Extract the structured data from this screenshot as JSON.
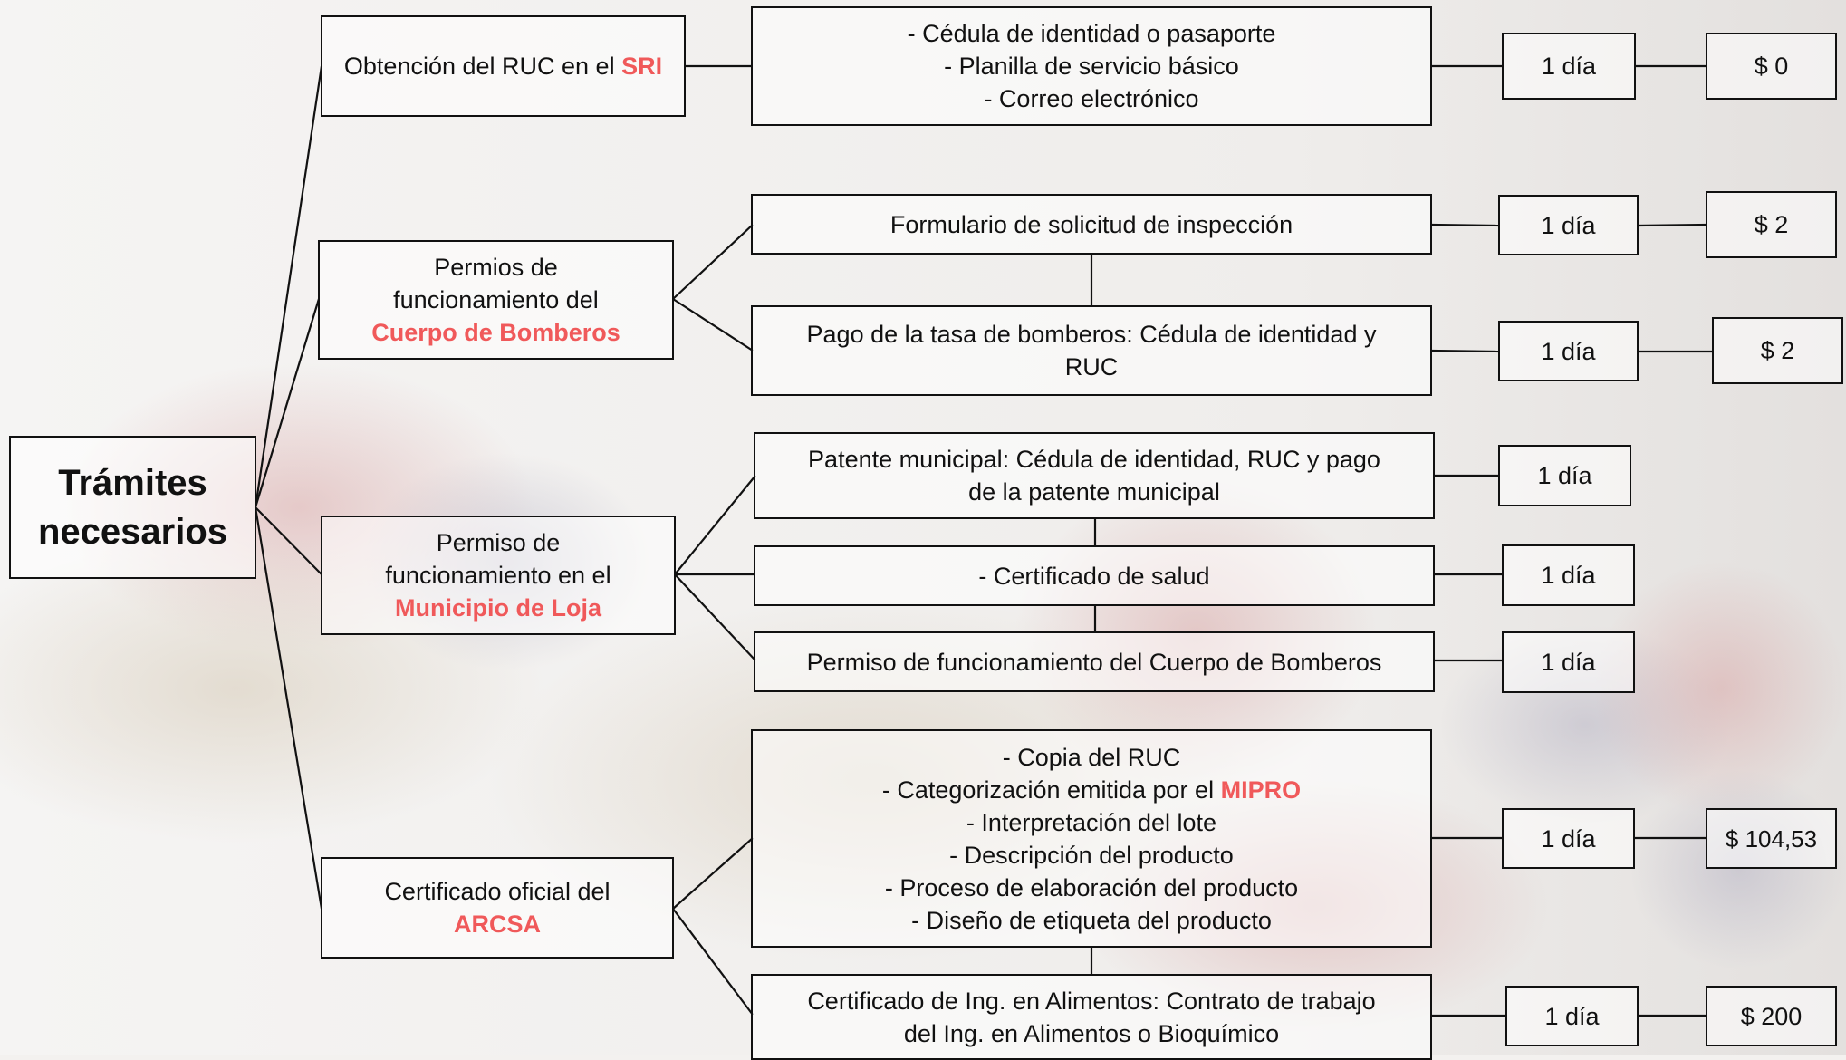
{
  "root": {
    "line1": "Trámites",
    "line2": "necesarios"
  },
  "accent_color": "#f0595a",
  "groups": [
    {
      "title": "Obtención del RUC en el ",
      "title_highlight": "SRI",
      "requirements": [
        {
          "lines": [
            "- Cédula de identidad o pasaporte",
            "- Planilla de servicio básico",
            "- Correo electrónico"
          ],
          "time": "1 día",
          "cost": "$ 0"
        }
      ]
    },
    {
      "title_lines": [
        "Permios de",
        "funcionamiento del"
      ],
      "title_highlight": "Cuerpo de Bomberos",
      "requirements": [
        {
          "lines": [
            "Formulario de solicitud de inspección"
          ],
          "time": "1 día",
          "cost": "$ 2"
        },
        {
          "lines": [
            "Pago de la tasa de bomberos: Cédula de identidad y",
            "RUC"
          ],
          "time": "1 día",
          "cost": "$ 2"
        }
      ]
    },
    {
      "title_lines": [
        "Permiso de",
        "funcionamiento en el"
      ],
      "title_highlight": "Municipio de Loja",
      "requirements": [
        {
          "lines": [
            "Patente municipal: Cédula de identidad, RUC y pago",
            "de la patente municipal"
          ],
          "time": "1 día"
        },
        {
          "lines": [
            "- Certificado de salud"
          ],
          "time": "1 día"
        },
        {
          "lines": [
            "Permiso de funcionamiento del Cuerpo de Bomberos"
          ],
          "time": "1 día"
        }
      ]
    },
    {
      "title_lines": [
        "Certificado oficial del"
      ],
      "title_highlight": "ARCSA",
      "requirements": [
        {
          "lines": [
            "- Copia del RUC",
            "- Interpretación del lote",
            "- Descripción del producto",
            "- Proceso de elaboración del producto",
            "- Diseño de etiqueta del producto"
          ],
          "line2_prefix": "- Categorización emitida por el ",
          "line2_highlight": "MIPRO",
          "time": "1 día",
          "cost": "$ 104,53"
        },
        {
          "lines": [
            "Certificado de Ing. en Alimentos: Contrato de trabajo",
            "del Ing. en Alimentos o Bioquímico"
          ],
          "time": "1 día",
          "cost": "$ 200"
        }
      ]
    }
  ]
}
